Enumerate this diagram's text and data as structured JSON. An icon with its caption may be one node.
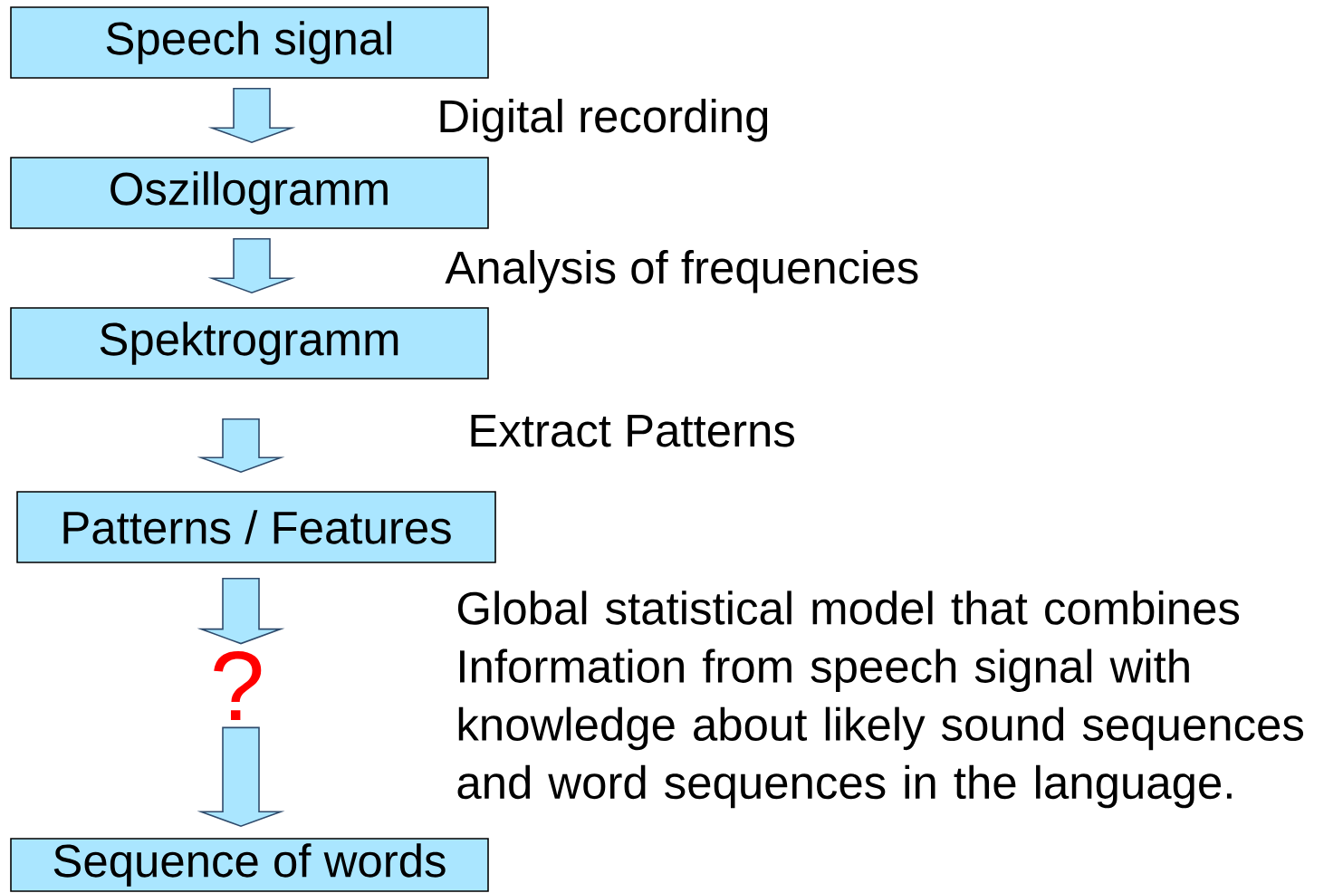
{
  "diagram": {
    "nodes": [
      {
        "text": [
          "Speech signal"
        ]
      },
      {
        "text": [
          "Oszillogramm"
        ]
      },
      {
        "text": [
          "Spektrogramm"
        ]
      },
      {
        "text": [
          "Patterns / Features"
        ]
      },
      {
        "text": [
          "?"
        ]
      },
      {
        "text": [
          "Sequence of words"
        ]
      }
    ],
    "edges": [
      {
        "from": 0,
        "to": 1,
        "arrow": "to",
        "label": "Digital recording"
      },
      {
        "from": 1,
        "to": 2,
        "arrow": "to",
        "label": "Analysis of frequencies"
      },
      {
        "from": 2,
        "to": 3,
        "arrow": "to",
        "label": "Extract Patterns"
      },
      {
        "from": 3,
        "to": 4,
        "arrow": "to"
      },
      {
        "from": 4,
        "to": 5,
        "arrow": "to"
      }
    ],
    "labels": [
      "Global statistical model that combines Information from speech signal with knowledge about likely sound sequences and word sequences in the language."
    ]
  }
}
